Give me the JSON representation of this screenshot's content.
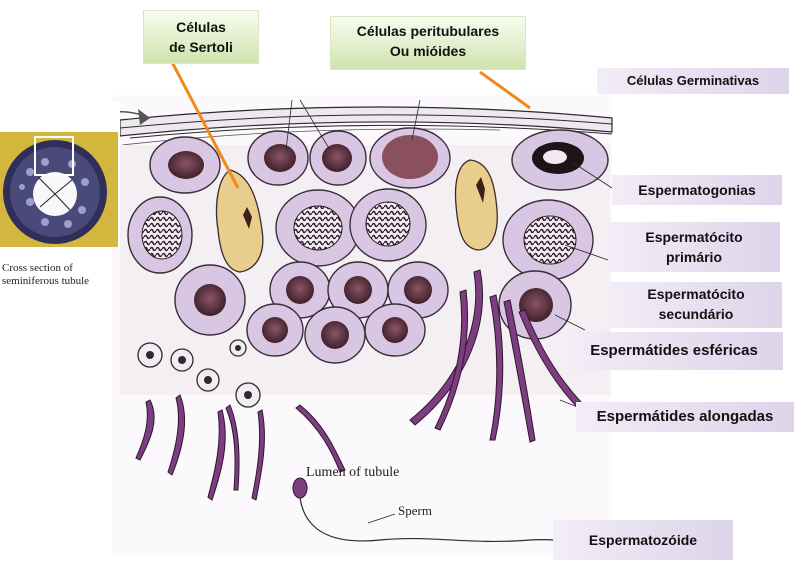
{
  "labels": {
    "sertoli": [
      "Células",
      "de Sertoli"
    ],
    "peritubular": [
      "Células peritubulares",
      "Ou mióides"
    ],
    "germinativas": "Células Germinativas",
    "espermatogonias": "Espermatogonias",
    "esp_primario": [
      "Espermatócito",
      "primário"
    ],
    "esp_secundario": [
      "Espermatócito",
      "secundário"
    ],
    "esfericas": "Espermátides  esféricas",
    "alongadas": "Espermátides  alongadas",
    "espermatozoide": "Espermatozóide"
  },
  "figure_text": {
    "cross_section": [
      "Cross section of",
      "seminiferous tubule"
    ],
    "lumen": "Lumen of tubule",
    "sperm": "Sperm"
  },
  "colors": {
    "orange_pointer": "#f08a1c",
    "cell_membrane": "#c9b4d6",
    "nucleus": "#5a2d3a",
    "sertoli": "#e9cd8c",
    "green_box": "#dce9c4",
    "lilac_box": "#e6def0"
  }
}
